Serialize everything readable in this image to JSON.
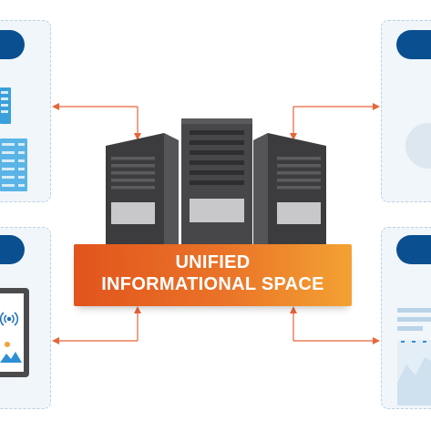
{
  "banner": {
    "line1": "UNIFIED",
    "line2": "INFORMATIONAL SPACE",
    "gradient_start": "#e2541d",
    "gradient_end": "#f3a233"
  },
  "colors": {
    "card_bg": "#f1f6fa",
    "card_border": "#b8d2e3",
    "tab": "#0a4f90",
    "connector": "#e8643a",
    "server_dark": "#3c3c3e",
    "server_light": "#5e5e60"
  },
  "cards": [
    {
      "id": "top-left",
      "content_icon": "database-list-icon"
    },
    {
      "id": "top-right",
      "content_icon": "pie-chart-icon"
    },
    {
      "id": "bottom-left",
      "content_icon": "tablet-icon"
    },
    {
      "id": "bottom-right",
      "content_icon": "report-chart-icon"
    }
  ],
  "server": {
    "icon": "server-rack-icon",
    "units": 3
  }
}
